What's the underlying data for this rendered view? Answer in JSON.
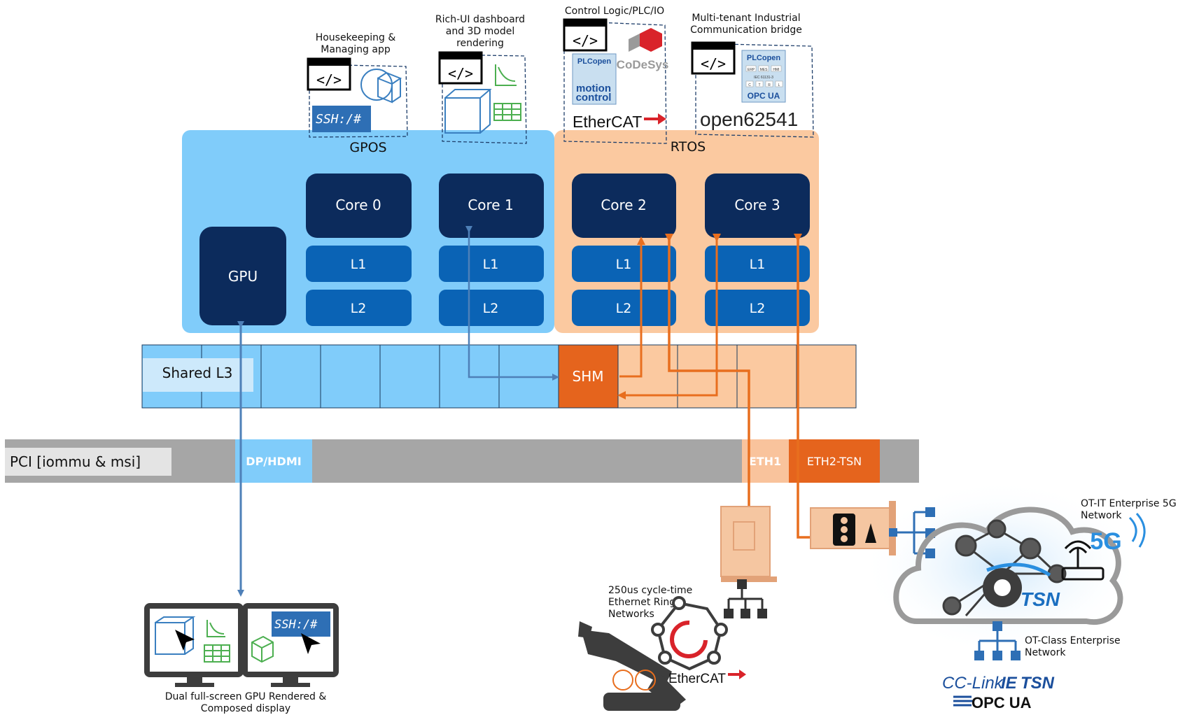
{
  "regions": {
    "gpos": "GPOS",
    "rtos": "RTOS"
  },
  "cores": [
    "Core 0",
    "Core 1",
    "Core 2",
    "Core 3"
  ],
  "caches": {
    "l1": "L1",
    "l2": "L2"
  },
  "gpu": "GPU",
  "l3": {
    "label": "Shared L3",
    "shm": "SHM"
  },
  "pci": {
    "label": "PCI [iommu & msi]",
    "dp_hdmi": "DP/HDMI",
    "eth1": "ETH1",
    "eth2": "ETH2-TSN"
  },
  "apps": {
    "housekeeping": [
      "Housekeeping &",
      "Managing app"
    ],
    "richui": [
      "Rich-UI dashboard",
      "and 3D model",
      "rendering"
    ],
    "control": [
      "Control Logic/PLC/IO"
    ],
    "multitenant": [
      "Multi-tenant Industrial",
      "Communication bridge"
    ]
  },
  "logos": {
    "ssh": "SSH:/#",
    "plcopen": "PLCopen",
    "codesys": "CoDeSys",
    "motion": "motion",
    "control": "control",
    "ethercat": "EtherCAT",
    "iec": "IEC 61131-3",
    "erp": "ERP",
    "mes": "MES",
    "hmi": "HMI",
    "c": "C",
    "t": "T",
    "r": "R",
    "l": "L",
    "opcua_small": "OPC UA",
    "open62541": "open62541",
    "tsn": "TSN",
    "fiveg": "5G",
    "cclink": "CC-Link",
    "ie": "IE",
    "cctsn": "TSN",
    "opcua": "OPC UA"
  },
  "bottom": {
    "display": [
      "Dual full-screen GPU Rendered &",
      "Composed display"
    ],
    "ring": [
      "250us cycle-time",
      "Ethernet Ring-",
      "Networks"
    ],
    "otit": [
      "OT-IT Enterprise 5G",
      "Network"
    ],
    "otclass": [
      "OT-Class Enterprise",
      "Network"
    ]
  },
  "colors": {
    "gpos_bg": "#80ccfa",
    "rtos_bg": "#fbc9a0",
    "core": "#0c2b5c",
    "cache": "#0a63b5",
    "shm": "#e5641d",
    "pci_bar": "#a6a6a6",
    "eth1": "#f9c39c",
    "eth2": "#e5641d",
    "arrow_blue": "#4e80b8",
    "arrow_orange": "#e86e1e"
  }
}
